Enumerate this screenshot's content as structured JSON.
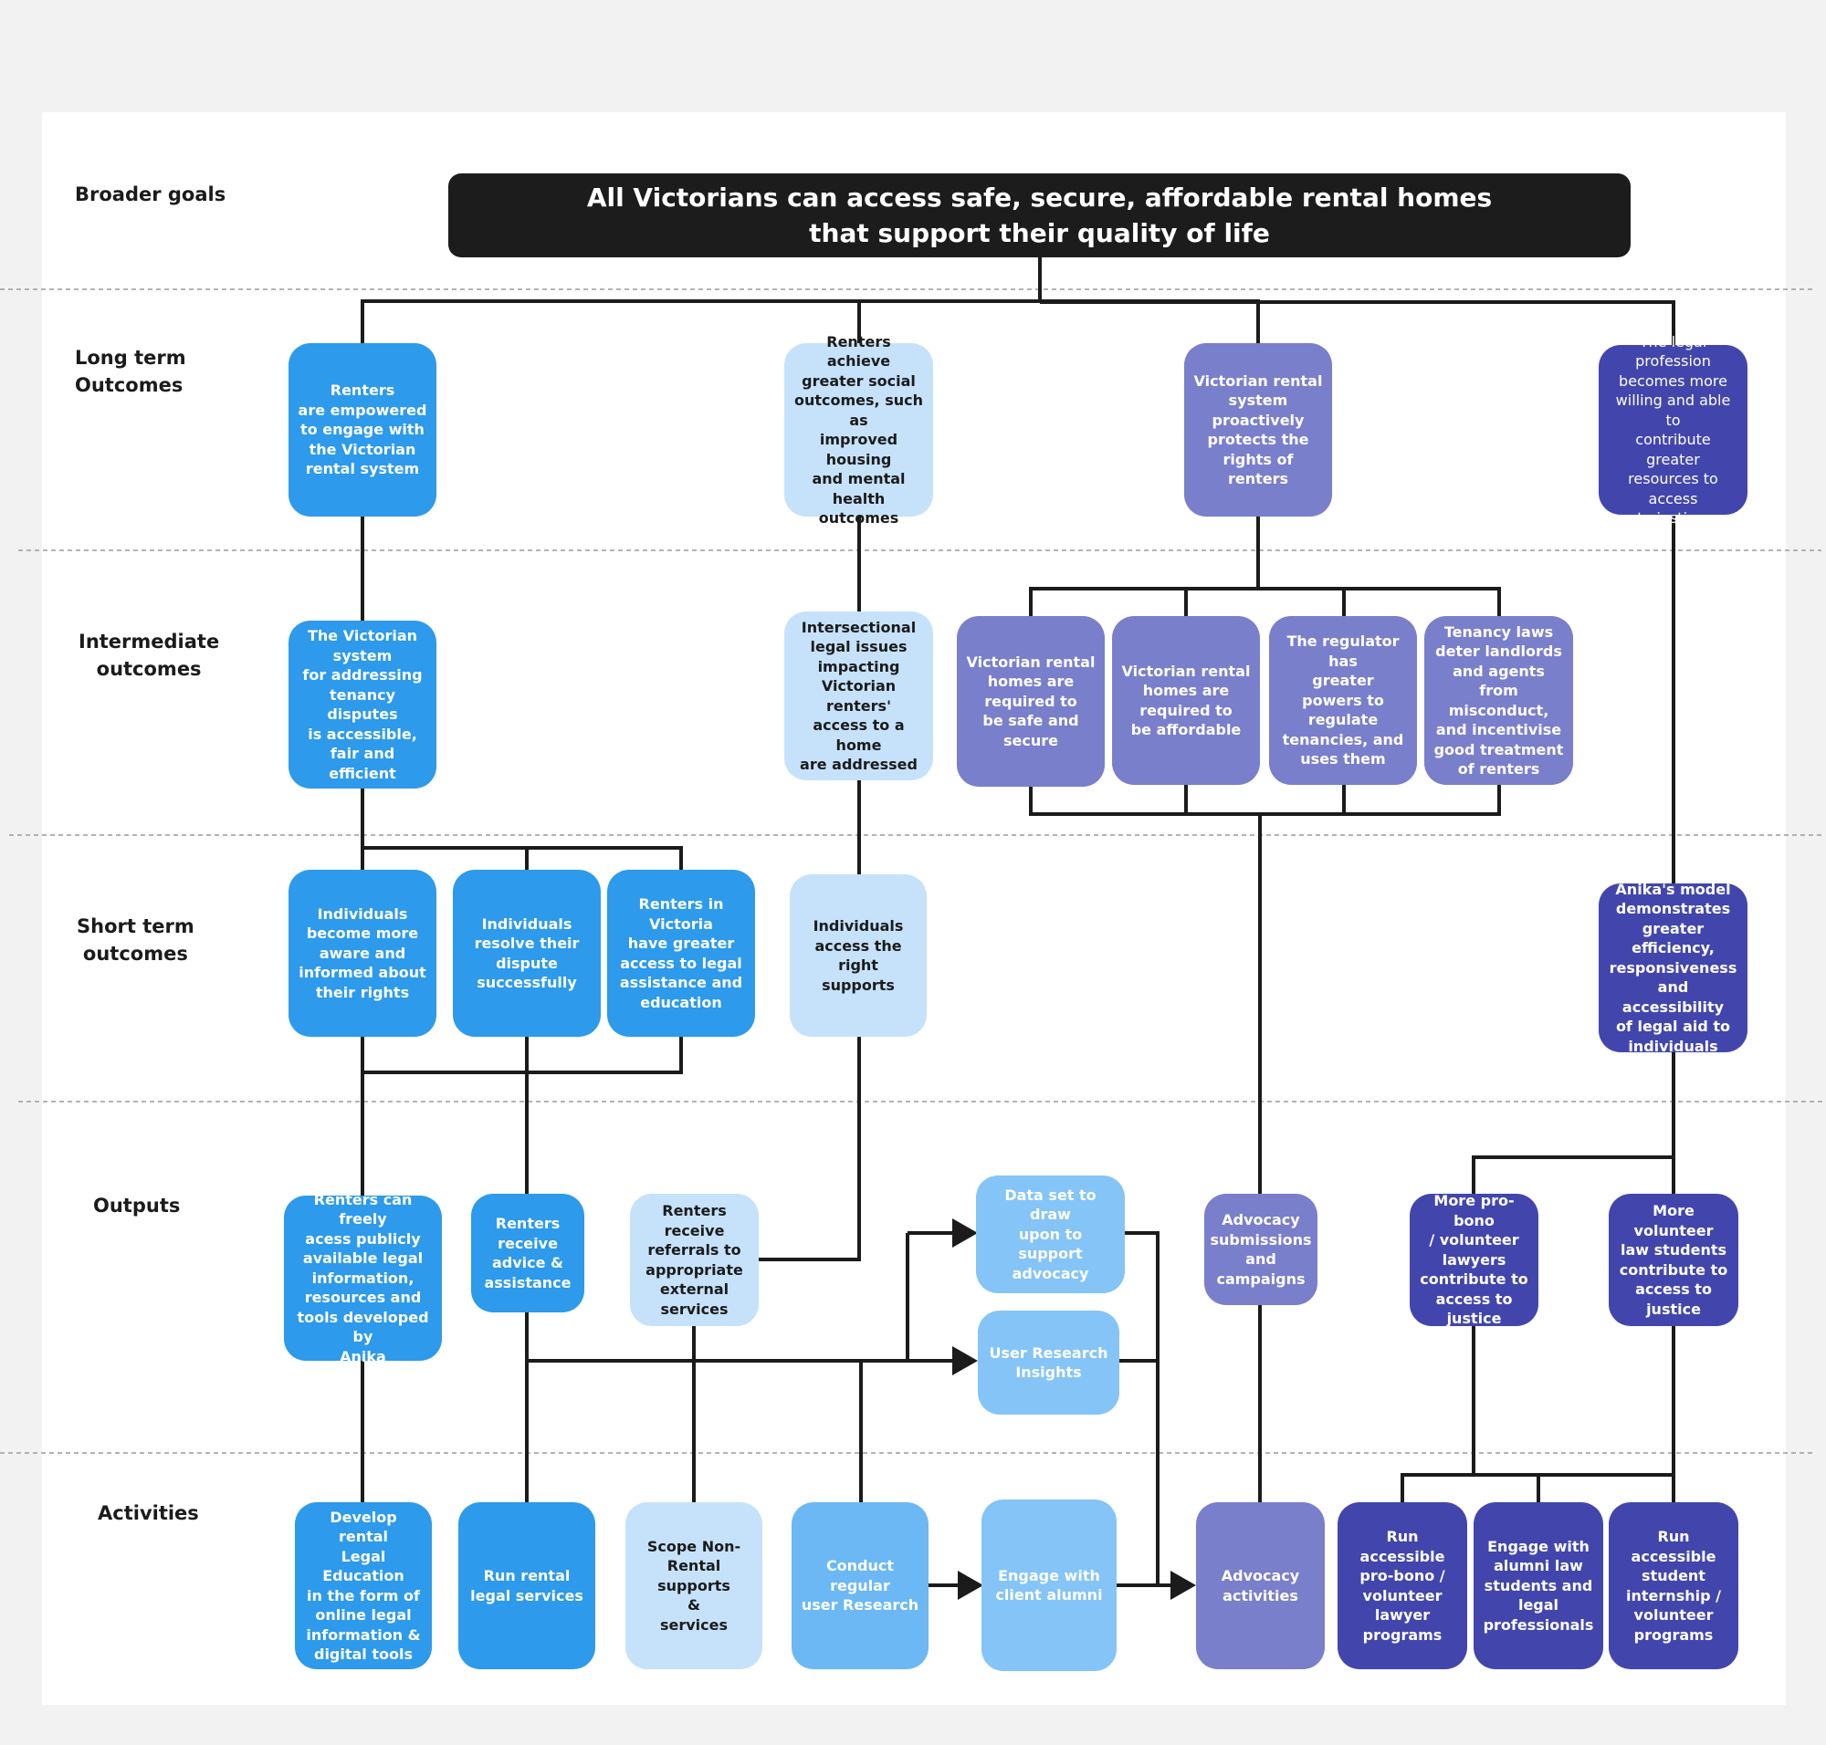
{
  "rows": {
    "broader_goals": "Broader goals",
    "long_term": "Long term\nOutcomes",
    "intermediate": "Intermediate\noutcomes",
    "short_term": "Short term\noutcomes",
    "outputs": "Outputs",
    "activities": "Activities"
  },
  "goal": "All Victorians can access safe, secure, affordable rental homes\nthat support their quality of life",
  "long_term": {
    "renters_empowered": "Renters\nare empowered\nto engage with\nthe Victorian\nrental system",
    "social_outcomes": "Renters achieve\ngreater social\noutcomes, such as\nimproved housing\nand mental\nhealth outcomes",
    "system_protects": "Victorian rental\nsystem\nproactively\nprotects the\nrights of renters",
    "legal_profession": "The legal\nprofession\nbecomes more\nwilling and able to\ncontribute greater\nresources to access\nto justice."
  },
  "intermediate": {
    "dispute_system": "The Victorian\nsystem\nfor addressing\ntenancy disputes\nis accessible,\nfair and efficient",
    "intersectional": "Intersectional\nlegal issues\nimpacting\nVictorian renters'\naccess to a home\nare addressed",
    "safe_secure": "Victorian rental\nhomes are\nrequired to\nbe safe and\nsecure",
    "affordable": "Victorian rental\nhomes are\nrequired to\nbe affordable",
    "regulator": "The regulator has\ngreater\npowers to\nregulate\ntenancies, and\nuses them",
    "tenancy_laws": "Tenancy laws\ndeter landlords\nand agents\nfrom misconduct,\nand incentivise\ngood treatment\nof renters"
  },
  "short_term": {
    "aware": "Individuals\nbecome more\naware and\ninformed about\ntheir rights",
    "resolve": "Individuals\nresolve their\ndispute\nsuccessfully",
    "access_legal": "Renters in\nVictoria\nhave greater\naccess to legal\nassistance and\neducation",
    "right_supports": "Individuals\naccess the right\nsupports",
    "anika_model": "Anika's model\ndemonstrates\ngreater efficiency,\nresponsiveness\nand accessibility\nof legal aid to\nindividuals"
  },
  "outputs": {
    "public_info": "Renters can freely\nacess publicly\navailable legal\ninformation,\nresources and\ntools developed by\nAnika",
    "advice": "Renters\nreceive\nadvice &\nassistance",
    "referrals": "Renters receive\nreferrals to\nappropriate\nexternal\nservices",
    "data_set": "Data set to draw\nupon to support\nadvocacy",
    "user_research": "User Research\nInsights",
    "advocacy_subs": "Advocacy\nsubmissions\nand\ncampaigns",
    "pro_bono": "More pro-bono\n/ volunteer\nlawyers\ncontribute to\naccess to\njustice",
    "volunteer_students": "More volunteer\nlaw students\ncontribute to\naccess to\njustice"
  },
  "activities": {
    "legal_education": "Develop rental\nLegal Education\nin the form of\nonline legal\ninformation &\ndigital tools",
    "legal_services": "Run rental\nlegal services",
    "scope_supports": "Scope Non-\nRental supports\n&\nservices",
    "user_research": "Conduct regular\nuser Research",
    "client_alumni": "Engage with\nclient alumni",
    "advocacy": "Advocacy\nactivities",
    "pro_bono_programs": "Run accessible\npro-bono /\nvolunteer\nlawyer\nprograms",
    "alumni_law": "Engage with\nalumni law\nstudents and\nlegal\nprofessionals",
    "internship": "Run accessible\nstudent\ninternship /\nvolunteer\nprograms"
  },
  "colors": {
    "blue": "#2d9aeb",
    "pale_blue": "#c6e2fb",
    "sky_blue": "#6cb8f4",
    "lavender": "#7a7fcb",
    "indigo": "#4246ac",
    "goal_bg": "#1c1c1c",
    "connector": "#1b1b1b"
  }
}
